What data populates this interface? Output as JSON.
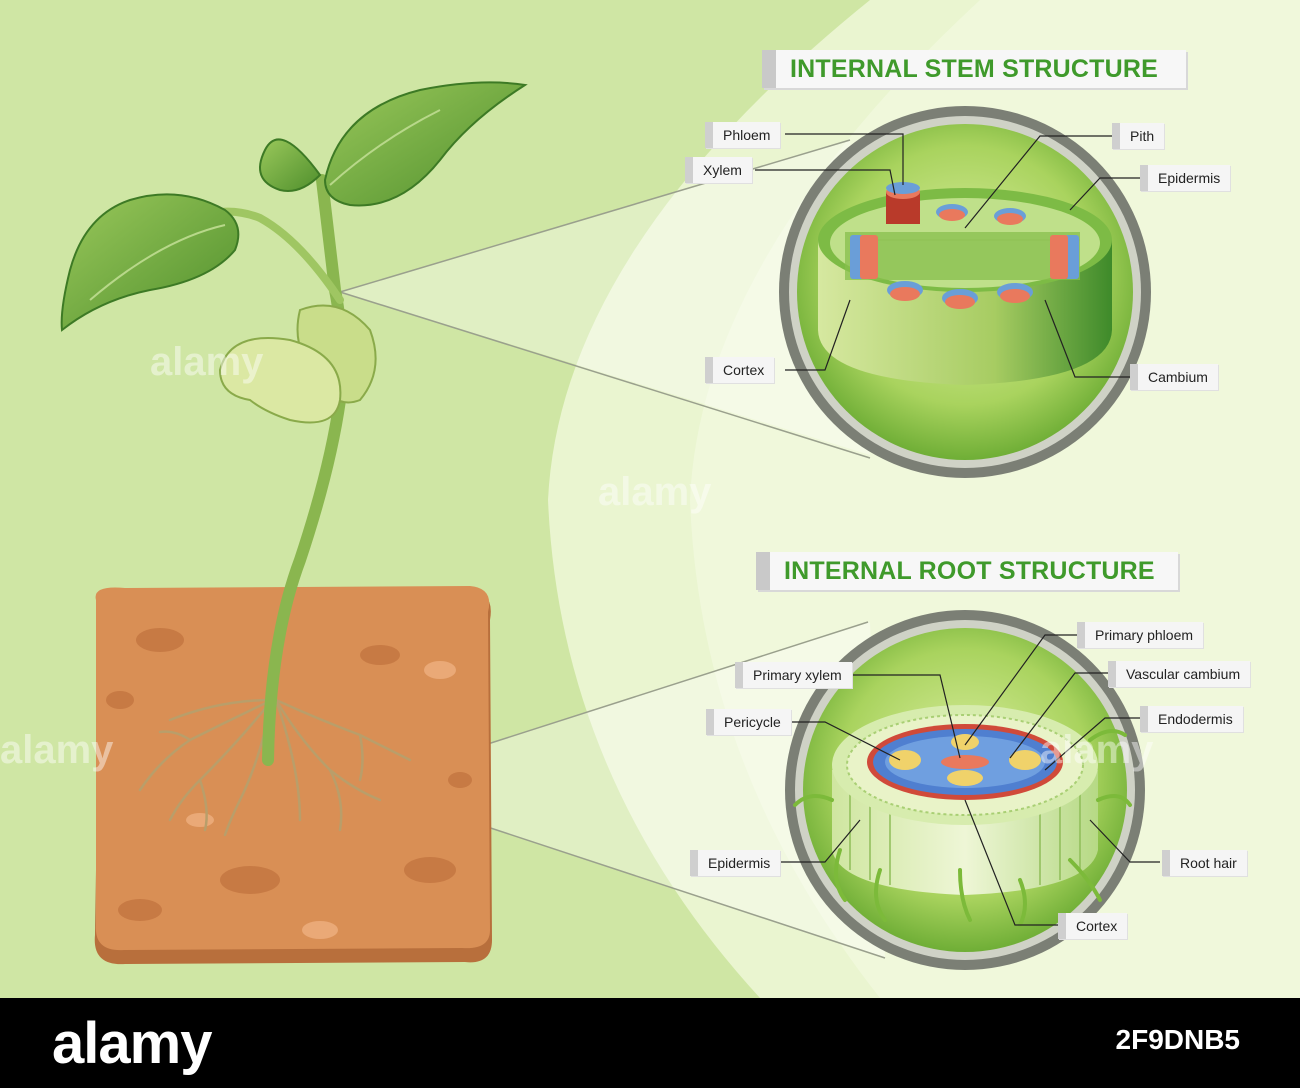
{
  "stem": {
    "title": "INTERNAL STEM STRUCTURE",
    "labels": {
      "phloem": "Phloem",
      "xylem": "Xylem",
      "pith": "Pith",
      "epidermis": "Epidermis",
      "cortex": "Cortex",
      "cambium": "Cambium"
    }
  },
  "root": {
    "title": "INTERNAL ROOT STRUCTURE",
    "labels": {
      "primary_phloem": "Primary phloem",
      "primary_xylem": "Primary xylem",
      "vascular_cambium": "Vascular cambium",
      "pericycle": "Pericycle",
      "endodermis": "Endodermis",
      "epidermis": "Epidermis",
      "root_hair": "Root hair",
      "cortex": "Cortex"
    }
  },
  "watermark": "alamy",
  "footer": {
    "logo": "alamy",
    "image_id": "2F9DNB5"
  },
  "colors": {
    "background": "#cfe6a4",
    "panel": "#eaf5d0",
    "soil": "#d98f55",
    "leaf": "#6fa83a",
    "title": "#3f9a2b"
  }
}
